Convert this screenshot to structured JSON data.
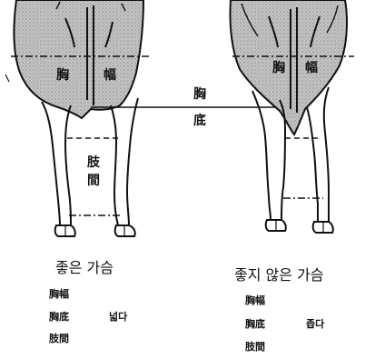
{
  "center_label": {
    "line1": "胸",
    "line2": "底"
  },
  "good": {
    "chest_label_left": "胸",
    "chest_label_right": "幅",
    "leg_gap_label_top": "肢",
    "leg_gap_label_bottom": "間",
    "caption": "좋은 가슴",
    "notes": {
      "row1": "胸幅",
      "row2": "胸底",
      "row2_value": "넓다",
      "row3": "肢間"
    }
  },
  "bad": {
    "chest_label_left": "胸",
    "chest_label_right": "幅",
    "caption": "좋지 않은 가슴",
    "notes": {
      "row1": "胸幅",
      "row2": "胸底",
      "row2_value": "좁다",
      "row3": "肢間"
    }
  },
  "colors": {
    "ink": "#111111",
    "chest_fill": "#b9b9b9",
    "background": "#ffffff"
  }
}
